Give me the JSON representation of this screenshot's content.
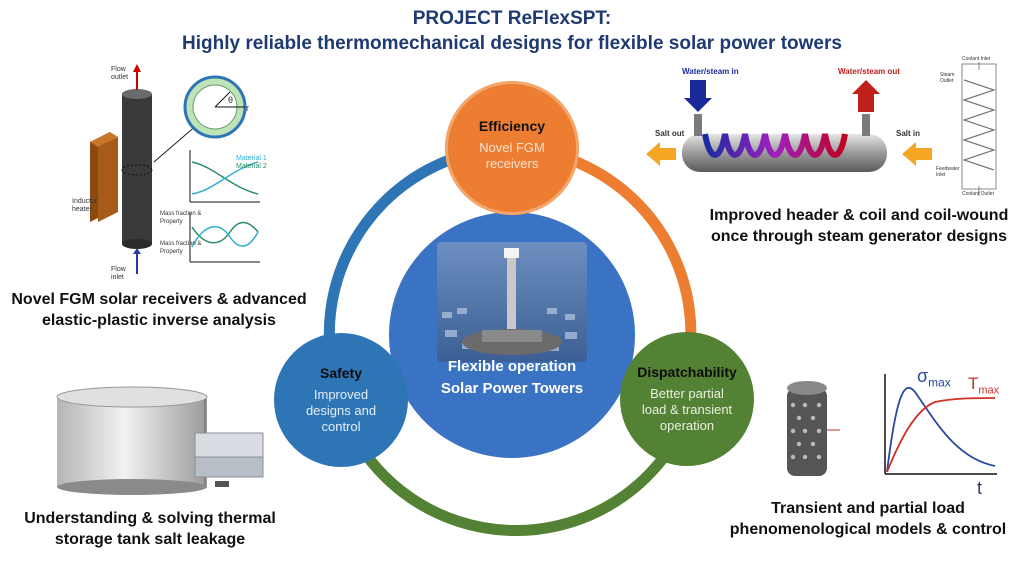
{
  "header": {
    "line1": "PROJECT ReFlexSPT:",
    "line2": "Highly reliable thermomechanical designs for flexible solar power towers"
  },
  "circles": {
    "efficiency": {
      "title": "Efficiency",
      "line1": "Novel FGM",
      "line2": "receivers"
    },
    "safety": {
      "title": "Safety",
      "line1": "Improved",
      "line2": "designs and",
      "line3": "control"
    },
    "dispatchability": {
      "title": "Dispatchability",
      "line1": "Better partial",
      "line2": "load & transient",
      "line3": "operation"
    },
    "center": {
      "line1": "Flexible operation",
      "line2": "Solar Power Towers"
    }
  },
  "captions": {
    "receivers": {
      "line1": "Novel FGM solar receivers & advanced",
      "line2": "elastic-plastic inverse analysis"
    },
    "steam": {
      "line1": "Improved header & coil and coil-wound",
      "line2": "once through steam generator designs"
    },
    "storage": {
      "line1": "Understanding & solving thermal",
      "line2": "storage tank salt leakage"
    },
    "transient": {
      "line1": "Transient and partial load",
      "line2": "phenomenological models & control"
    }
  },
  "receiver_figure": {
    "flow_outlet": [
      "Flow",
      "outlet"
    ],
    "flow_inlet": [
      "Flow",
      "inlet"
    ],
    "inductor": [
      "Inductor",
      "heater"
    ],
    "material1": "Material 1",
    "material2": "Material 2",
    "axis1": "Mass fraction & Property",
    "axis2": "Mass fraction & Property",
    "r": "r",
    "theta": "θ"
  },
  "steam_figure": {
    "water_in": "Water/steam in",
    "water_out": "Water/steam out",
    "salt_out": "Salt out",
    "salt_in": "Salt in",
    "coolant_inlet": "Coolant Inlet",
    "coolant_outlet": "Coolant Outlet",
    "steam_outlet": [
      "Steam",
      "Outlet"
    ],
    "feedwater_inlet": [
      "Feedwater",
      "Inlet"
    ]
  },
  "transient_figure": {
    "sigma": "σ",
    "sigma_sub": "max",
    "temp": "T",
    "temp_sub": "max",
    "t": "t"
  },
  "colors": {
    "efficiency": "#ed7d31",
    "safety": "#2e75b6",
    "dispatchability": "#548235",
    "center": "#3b73c4",
    "title": "#1f3a70"
  }
}
